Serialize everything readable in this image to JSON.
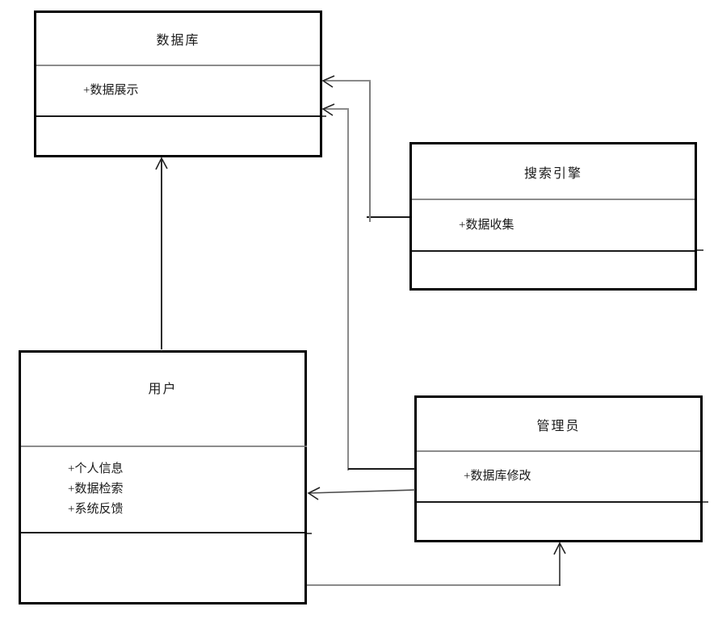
{
  "diagram": {
    "type": "uml-class-diagram",
    "background": "#ffffff",
    "border_color": "#000000",
    "divider_gray": "#8c8c8c",
    "line_gray": "#8a8a8a",
    "line_black": "#1a1a1a",
    "classes": {
      "database": {
        "title": "数据库",
        "attributes": [
          "+数据展示"
        ]
      },
      "search_engine": {
        "title": "搜索引擎",
        "attributes": [
          "+数据收集"
        ]
      },
      "user": {
        "title": "用户",
        "attributes": [
          "+个人信息",
          "+数据检索",
          "+系统反馈"
        ]
      },
      "admin": {
        "title": "管理员",
        "attributes": [
          "+数据库修改"
        ]
      }
    },
    "connectors": [
      {
        "from": "search_engine",
        "to": "database",
        "style": "open-arrow"
      },
      {
        "from": "admin",
        "to": "database",
        "style": "open-arrow"
      },
      {
        "from": "admin",
        "to": "user",
        "style": "open-arrow"
      },
      {
        "from": "user",
        "to": "database",
        "style": "open-arrow"
      },
      {
        "from": "user",
        "to": "admin",
        "style": "open-arrow"
      }
    ]
  }
}
